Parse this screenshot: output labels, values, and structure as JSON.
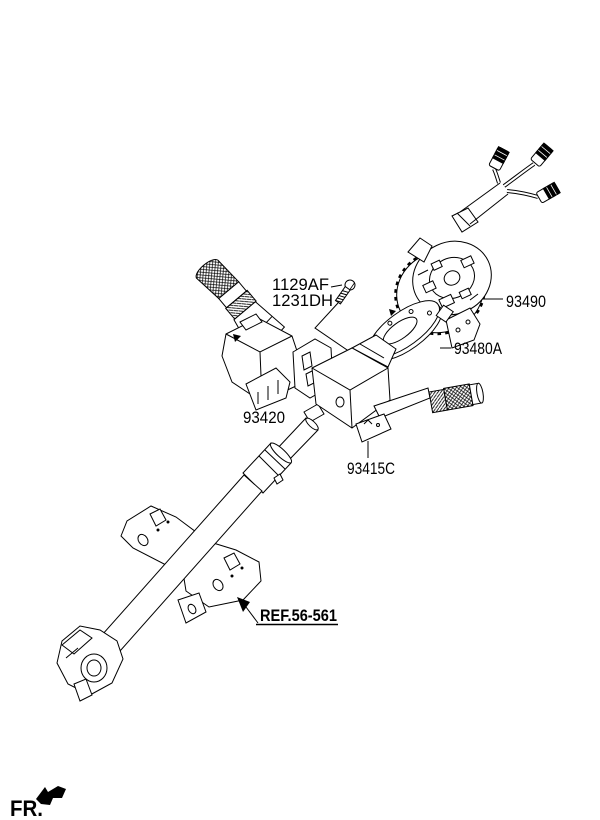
{
  "diagram": {
    "description": "Exploded parts diagram - steering column multifunction switch assembly",
    "colors": {
      "ink": "#000000",
      "paper": "#ffffff"
    },
    "part_labels": {
      "screw_line1": "1129AF",
      "screw_line2": "1231DH",
      "clock_spring": "93490",
      "contact_assembly": "93480A",
      "left_switch": "93420",
      "right_switch": "93415C",
      "column_ref": "REF.56-561"
    },
    "orientation_label": "FR."
  }
}
